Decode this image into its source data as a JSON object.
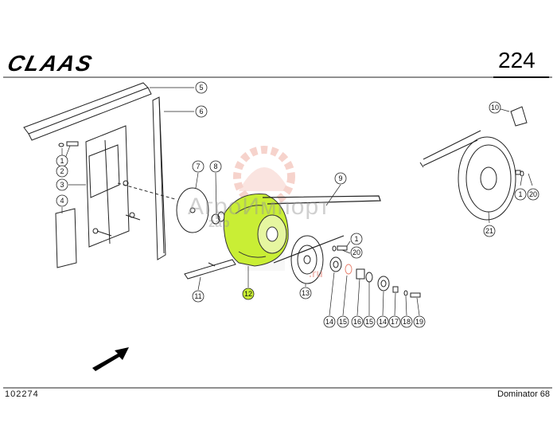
{
  "header": {
    "brand": "CLAAS",
    "page_number": "224"
  },
  "footer": {
    "document_number": "102274",
    "model": "Dominator 68"
  },
  "watermark": {
    "main": "АгроИмпорт",
    "sub": "zap",
    "suffix": ".ru"
  },
  "highlight_color": "#c9ee35",
  "callouts": [
    {
      "id": "c5",
      "label": "5"
    },
    {
      "id": "c6",
      "label": "6"
    },
    {
      "id": "c1a",
      "label": "1"
    },
    {
      "id": "c2",
      "label": "2"
    },
    {
      "id": "c3",
      "label": "3"
    },
    {
      "id": "c4",
      "label": "4"
    },
    {
      "id": "c7",
      "label": "7"
    },
    {
      "id": "c8",
      "label": "8"
    },
    {
      "id": "c9",
      "label": "9"
    },
    {
      "id": "c1b",
      "label": "1"
    },
    {
      "id": "c20a",
      "label": "20"
    },
    {
      "id": "c11",
      "label": "11"
    },
    {
      "id": "c12",
      "label": "12"
    },
    {
      "id": "c13",
      "label": "13"
    },
    {
      "id": "c14a",
      "label": "14"
    },
    {
      "id": "c15a",
      "label": "15"
    },
    {
      "id": "c16",
      "label": "16"
    },
    {
      "id": "c15b",
      "label": "15"
    },
    {
      "id": "c14b",
      "label": "14"
    },
    {
      "id": "c17",
      "label": "17"
    },
    {
      "id": "c18",
      "label": "18"
    },
    {
      "id": "c19",
      "label": "19"
    },
    {
      "id": "c10",
      "label": "10"
    },
    {
      "id": "c1c",
      "label": "1"
    },
    {
      "id": "c20b",
      "label": "20"
    },
    {
      "id": "c21",
      "label": "21"
    }
  ]
}
